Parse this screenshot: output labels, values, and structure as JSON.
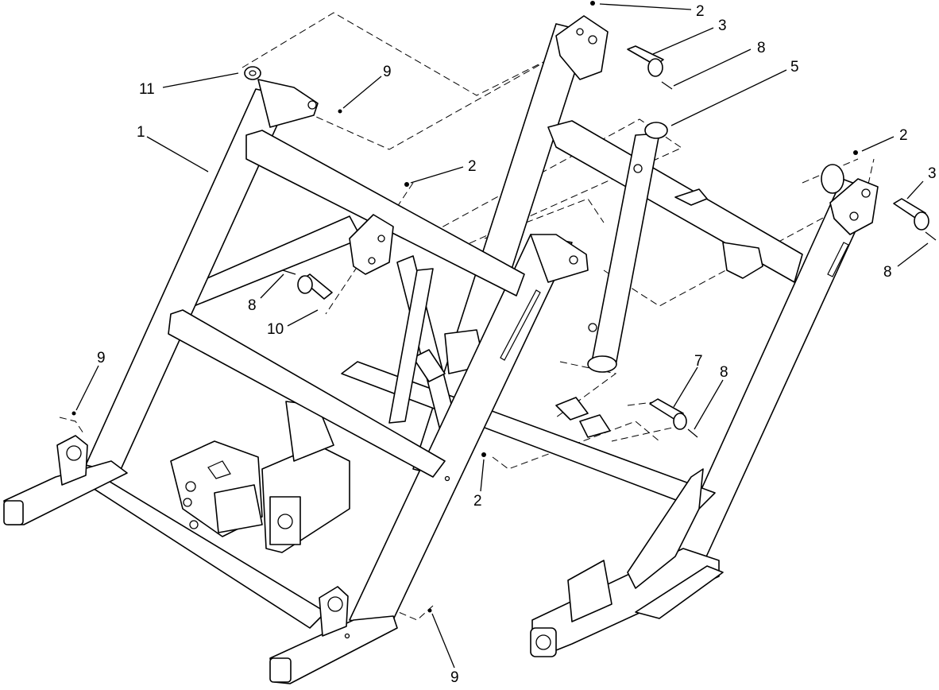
{
  "diagram": {
    "type": "exploded-parts-view",
    "callouts": [
      {
        "id": "c-2a",
        "text": "2"
      },
      {
        "id": "c-3a",
        "text": "3"
      },
      {
        "id": "c-8a",
        "text": "8"
      },
      {
        "id": "c-5",
        "text": "5"
      },
      {
        "id": "c-11",
        "text": "11"
      },
      {
        "id": "c-9a",
        "text": "9"
      },
      {
        "id": "c-1",
        "text": "1"
      },
      {
        "id": "c-2b",
        "text": "2"
      },
      {
        "id": "c-2c",
        "text": "2"
      },
      {
        "id": "c-3b",
        "text": "3"
      },
      {
        "id": "c-8b",
        "text": "8"
      },
      {
        "id": "c-8c",
        "text": "8"
      },
      {
        "id": "c-10",
        "text": "10"
      },
      {
        "id": "c-9b",
        "text": "9"
      },
      {
        "id": "c-7",
        "text": "7"
      },
      {
        "id": "c-8d",
        "text": "8"
      },
      {
        "id": "c-2d",
        "text": "2"
      },
      {
        "id": "c-9c",
        "text": "9"
      }
    ]
  }
}
